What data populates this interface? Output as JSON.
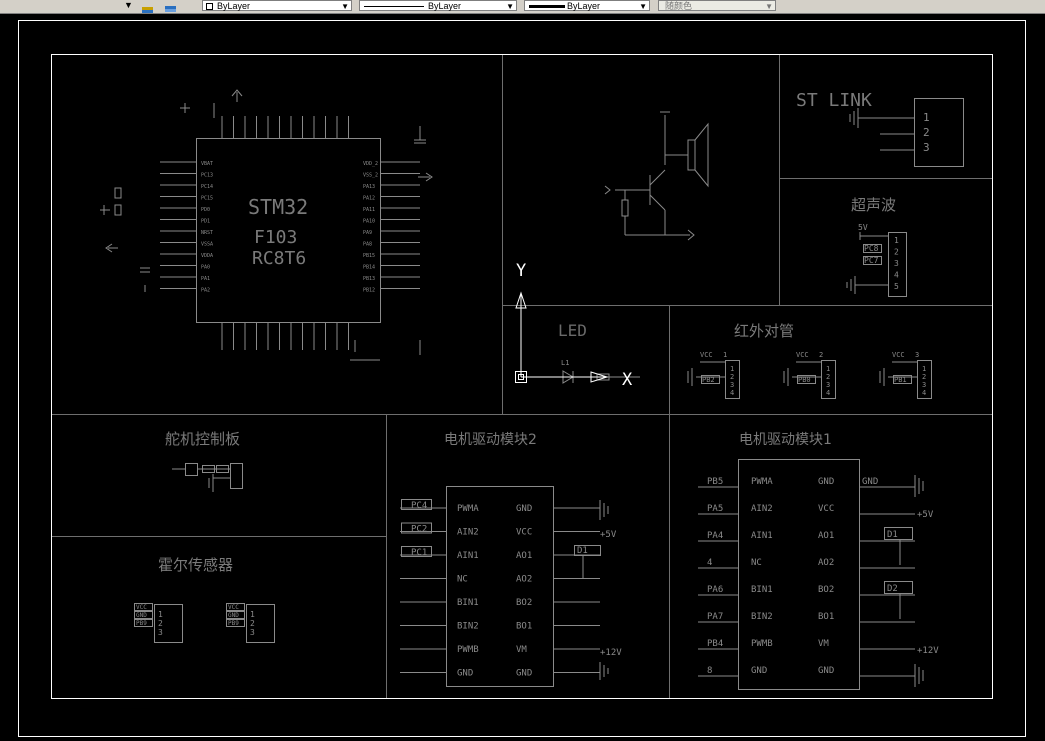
{
  "toolbar": {
    "layer_color_value": "ByLayer",
    "linetype_value": "ByLayer",
    "lineweight_value": "ByLayer",
    "plotstyle_value": "随颜色"
  },
  "colors": {
    "background": "#000000",
    "border": "#ffffff",
    "frame_line": "#7a7a7a",
    "geometry": "#8a8a8a",
    "title_text": "#8c8c8c",
    "ucs": "#ffffff"
  },
  "mcu": {
    "title": "STM32",
    "part1": "F103",
    "part2": "RC8T6",
    "left_pins": [
      "VBAT",
      "PC13",
      "PC14",
      "PC15",
      "PD0",
      "PD1",
      "NRST",
      "VSSA",
      "VDDA",
      "PA0",
      "PA1",
      "PA2"
    ],
    "right_pins": [
      "VDD_2",
      "VSS_2",
      "PA13",
      "PA12",
      "PA11",
      "PA10",
      "PA9",
      "PA8",
      "PB15",
      "PB14",
      "PB13",
      "PB12"
    ]
  },
  "stlink": {
    "title": "ST LINK",
    "pins": [
      "1",
      "2",
      "3"
    ]
  },
  "ultrasonic": {
    "title": "超声波",
    "vcc": "5V",
    "sig1": "PC8",
    "sig2": "PC7",
    "pins": [
      "1",
      "2",
      "3",
      "4",
      "5"
    ]
  },
  "led": {
    "title": "LED",
    "ref": "L1"
  },
  "ucs": {
    "y": "Y",
    "x": "X"
  },
  "infrared": {
    "title": "红外对管",
    "sensors": [
      {
        "vcc": "VCC",
        "num": "1",
        "sig": "PB2",
        "pins": [
          "1",
          "2",
          "3",
          "4"
        ]
      },
      {
        "vcc": "VCC",
        "num": "2",
        "sig": "PB0",
        "pins": [
          "1",
          "2",
          "3",
          "4"
        ]
      },
      {
        "vcc": "VCC",
        "num": "3",
        "sig": "PB1",
        "pins": [
          "1",
          "2",
          "3",
          "4"
        ]
      }
    ]
  },
  "servo": {
    "title": "舵机控制板"
  },
  "hall": {
    "title": "霍尔传感器",
    "pins": [
      "1",
      "2",
      "3"
    ],
    "labels": [
      "VCC",
      "GND",
      "PB9"
    ]
  },
  "motor2": {
    "title": "电机驱动模块2",
    "left": [
      "PWMA",
      "AIN2",
      "AIN1",
      "NC",
      "BIN1",
      "BIN2",
      "PWMB",
      "GND"
    ],
    "right": [
      "GND",
      "VCC",
      "AO1",
      "AO2",
      "BO2",
      "BO1",
      "VM",
      "GND"
    ],
    "nets_left": [
      "PC4",
      "PC2",
      "PC1"
    ],
    "net_5v": "+5V",
    "net_12v": "+12V",
    "motor": "D1"
  },
  "motor1": {
    "title": "电机驱动模块1",
    "left": [
      "PWMA",
      "AIN2",
      "AIN1",
      "NC",
      "BIN1",
      "BIN2",
      "PWMB",
      "GND"
    ],
    "right": [
      "GND",
      "VCC",
      "AO1",
      "AO2",
      "BO2",
      "BO1",
      "VM",
      "GND"
    ],
    "nets_left": [
      "PB5",
      "PA5",
      "PA4",
      "4",
      "PA6",
      "PA7",
      "PB4",
      "8"
    ],
    "net_gnd": "GND",
    "net_5v": "+5V",
    "net_12v": "+12V",
    "motor1": "D1",
    "motor2": "D2"
  }
}
